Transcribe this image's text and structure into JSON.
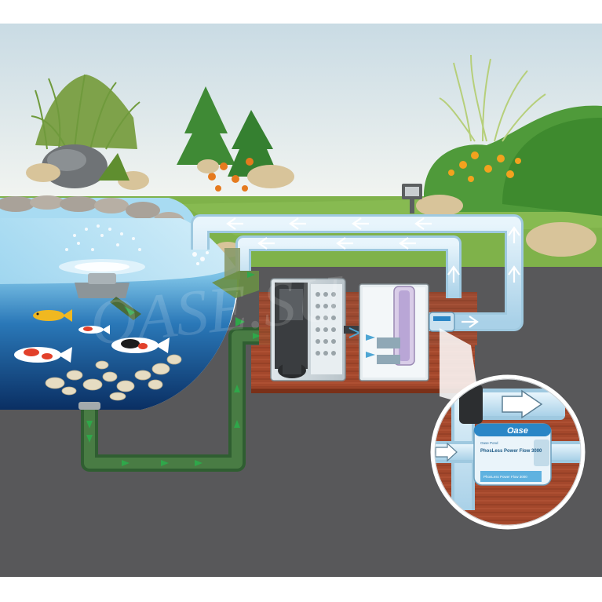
{
  "brand": {
    "logo_text": "Oase",
    "product_line_small": "Oase Pond",
    "product_name": "PhosLess Power Flow 3000",
    "product_name_label": "PhosLess Power Flow 3000",
    "watermark_text": "OASE.SU"
  },
  "colors": {
    "sky": "#dfe9ee",
    "grass": "#7fb24a",
    "ground": "#555557",
    "water_top": "#9fd6ee",
    "water_deep": "#0b3f7a",
    "wood": "#a2472c",
    "pipe_light": "#cfe7f4",
    "pipe_green": "#3e6d3b",
    "arrow_green": "#2fa74a",
    "oase_blue": "#2a86c6"
  },
  "icons": {
    "flow_arrow": "white-flow-arrow-icon",
    "suction_arrow": "green-flow-arrow-icon",
    "zoom_callout": "magnifier-callout-icon",
    "filter_unit": "pond-filter-icon",
    "uv_clarifier": "uv-clarifier-icon",
    "pump": "pump-icon",
    "fountain": "fountain-icon",
    "spotlight": "garden-light-icon",
    "fish": "koi-fish-icon"
  }
}
